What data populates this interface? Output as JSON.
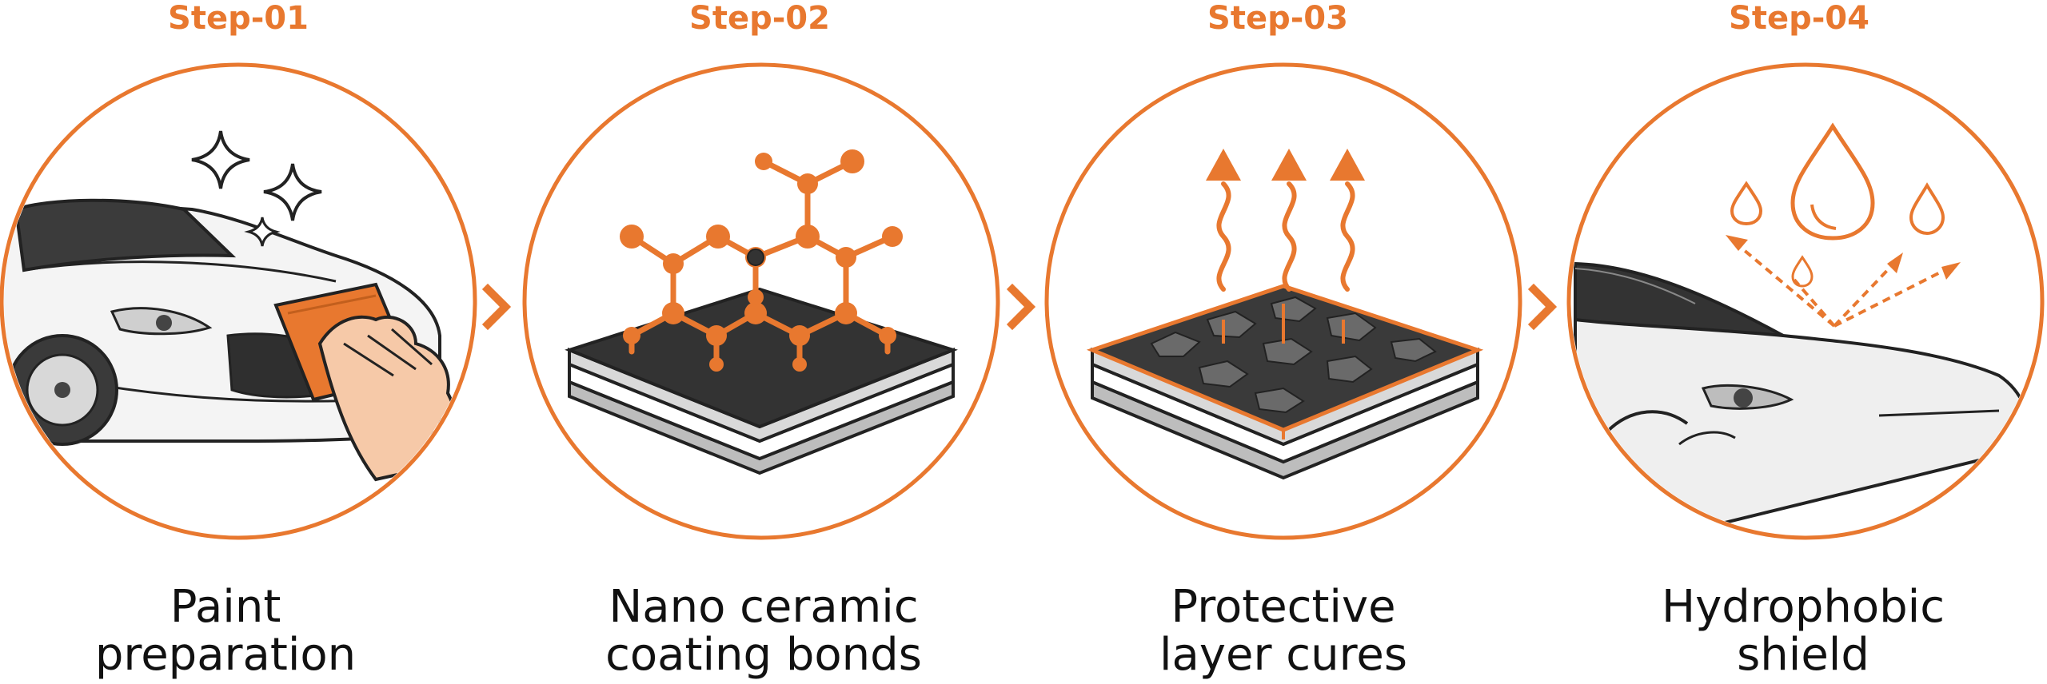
{
  "colors": {
    "accent": "#e8782f",
    "dark": "#2f2f2f",
    "light": "#f2f2f2"
  },
  "steps": [
    {
      "label": "Step-01",
      "caption_line1": "Paint",
      "caption_line2": "preparation",
      "icon": "car-polishing-icon"
    },
    {
      "label": "Step-02",
      "caption_line1": "Nano ceramic",
      "caption_line2": "coating bonds",
      "icon": "molecule-layer-icon"
    },
    {
      "label": "Step-03",
      "caption_line1": "Protective",
      "caption_line2": "layer cures",
      "icon": "curing-layer-icon"
    },
    {
      "label": "Step-04",
      "caption_line1": "Hydrophobic",
      "caption_line2": "shield",
      "icon": "water-drops-car-icon"
    }
  ],
  "connectors": [
    "chevron-right-icon",
    "chevron-right-icon",
    "chevron-right-icon"
  ]
}
